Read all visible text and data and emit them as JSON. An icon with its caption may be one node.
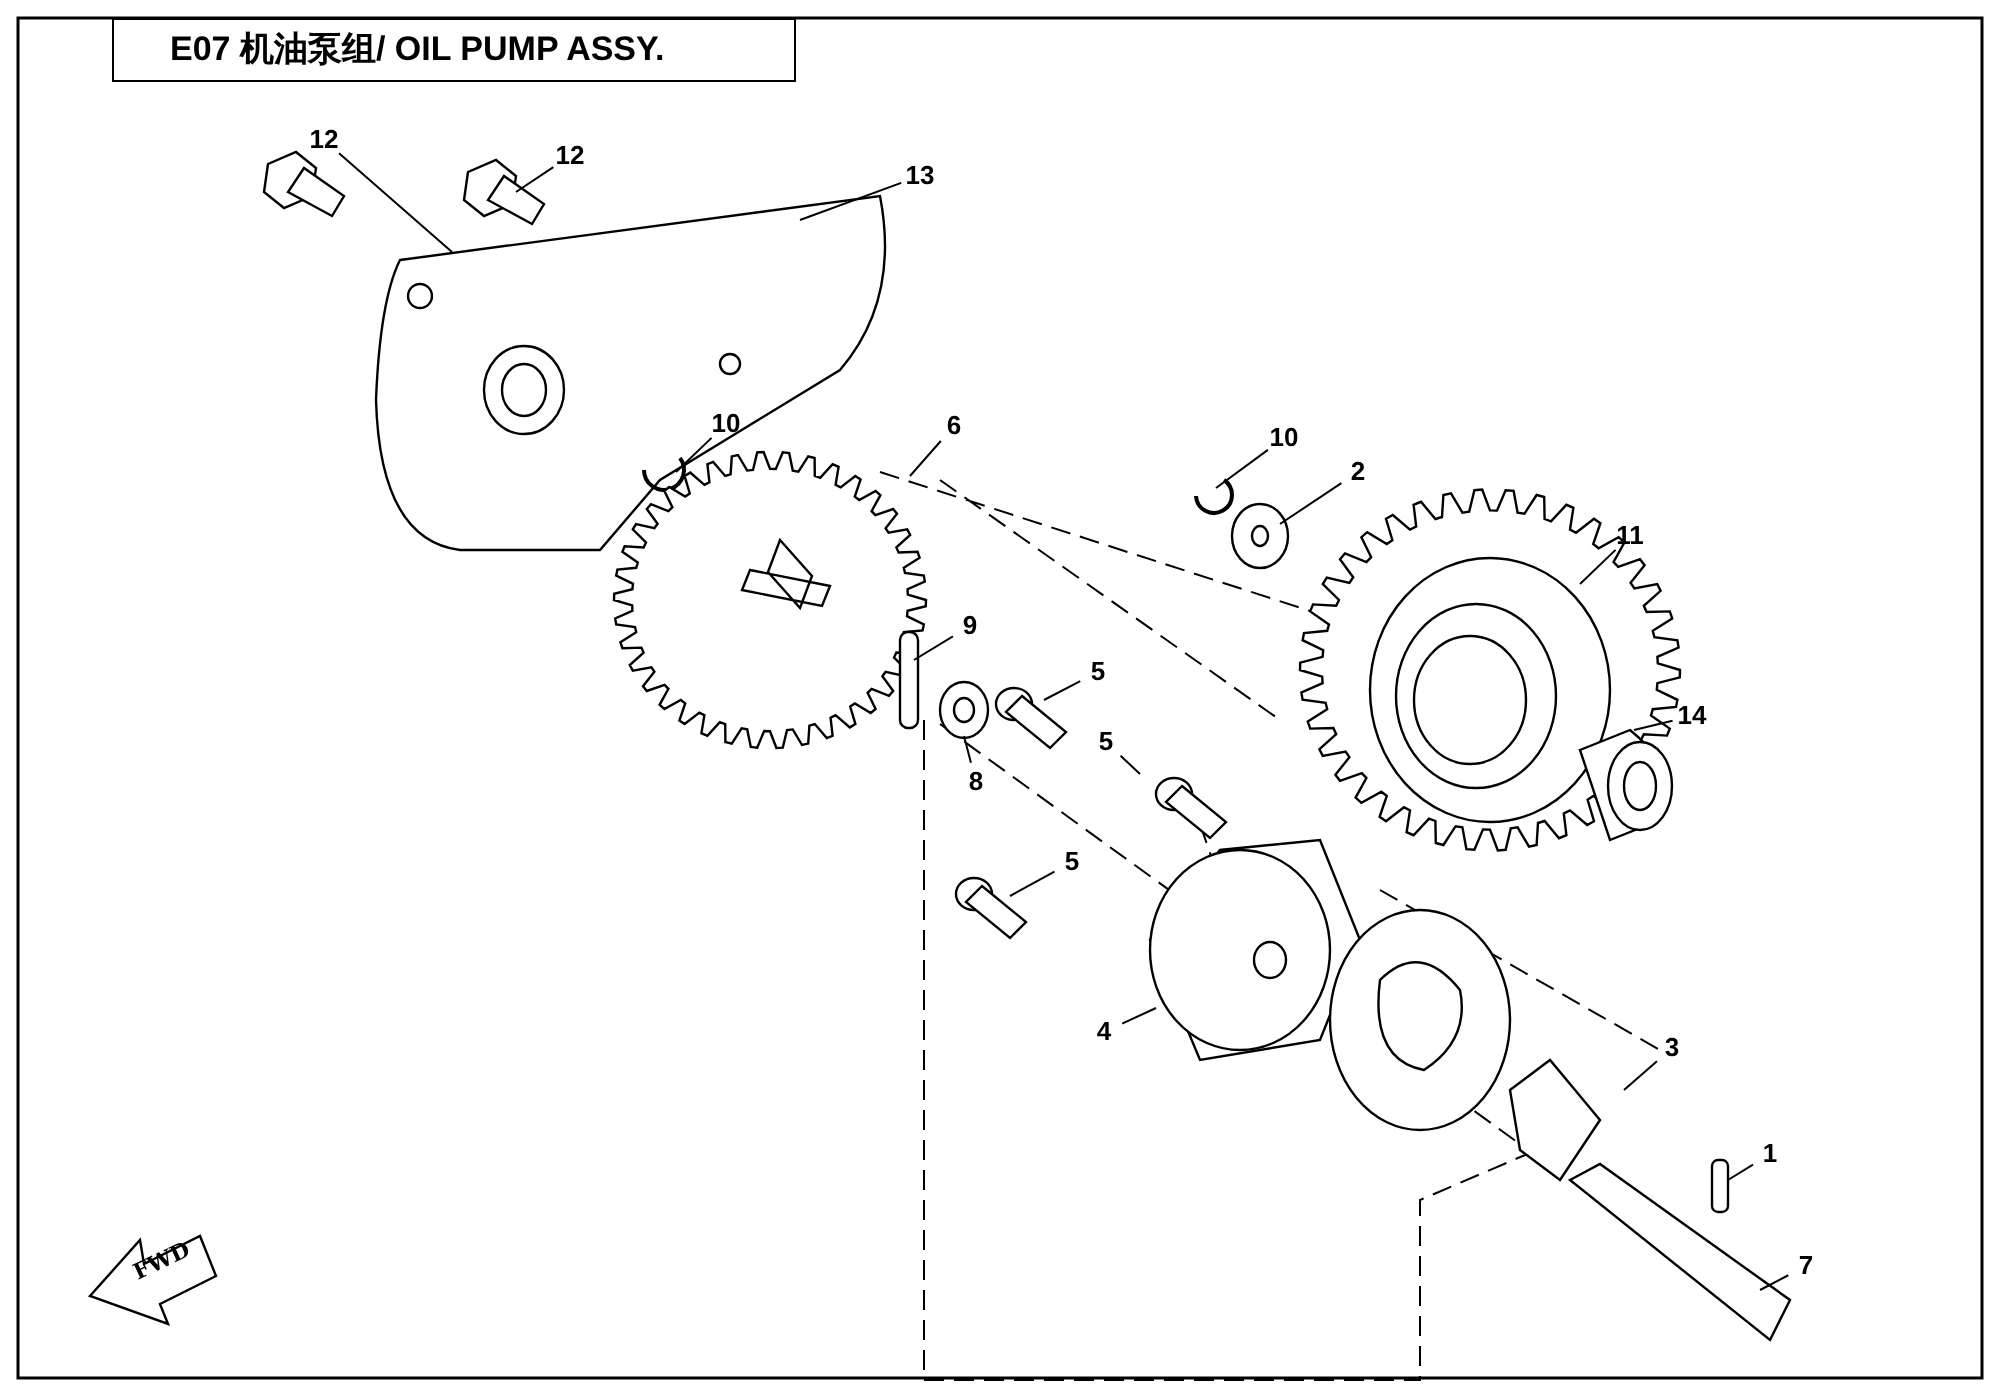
{
  "diagram": {
    "title": "E07 机油泵组/ OIL PUMP ASSY.",
    "nodes": [
      {
        "text": [
          "12"
        ]
      },
      {
        "text": [
          "12"
        ]
      },
      {
        "text": [
          "13"
        ]
      },
      {
        "text": [
          "10"
        ]
      },
      {
        "text": [
          "6"
        ]
      },
      {
        "text": [
          "10"
        ]
      },
      {
        "text": [
          "2"
        ]
      },
      {
        "text": [
          "11"
        ]
      },
      {
        "text": [
          "9"
        ]
      },
      {
        "text": [
          "5"
        ]
      },
      {
        "text": [
          "5"
        ]
      },
      {
        "text": [
          "8"
        ]
      },
      {
        "text": [
          "14"
        ]
      },
      {
        "text": [
          "5"
        ]
      },
      {
        "text": [
          "4"
        ]
      },
      {
        "text": [
          "3"
        ]
      },
      {
        "text": [
          "1"
        ]
      },
      {
        "text": [
          "7"
        ]
      }
    ],
    "edges": [
      {
        "from": 0,
        "to": null,
        "arrow": "none"
      },
      {
        "from": 1,
        "to": null,
        "arrow": "none"
      },
      {
        "from": 2,
        "to": null,
        "arrow": "none"
      },
      {
        "from": 3,
        "to": null,
        "arrow": "none"
      },
      {
        "from": 4,
        "to": null,
        "arrow": "none"
      },
      {
        "from": 5,
        "to": null,
        "arrow": "none"
      },
      {
        "from": 6,
        "to": null,
        "arrow": "none"
      },
      {
        "from": 7,
        "to": null,
        "arrow": "none"
      },
      {
        "from": 8,
        "to": null,
        "arrow": "none"
      },
      {
        "from": 9,
        "to": null,
        "arrow": "none"
      },
      {
        "from": 10,
        "to": null,
        "arrow": "none"
      },
      {
        "from": 11,
        "to": null,
        "arrow": "none"
      },
      {
        "from": 12,
        "to": null,
        "arrow": "none"
      },
      {
        "from": 13,
        "to": null,
        "arrow": "none"
      },
      {
        "from": 14,
        "to": null,
        "arrow": "none"
      },
      {
        "from": 15,
        "to": null,
        "arrow": "none"
      },
      {
        "from": 16,
        "to": null,
        "arrow": "none"
      },
      {
        "from": 17,
        "to": null,
        "arrow": "none"
      }
    ],
    "labels": [
      "FWD"
    ]
  }
}
